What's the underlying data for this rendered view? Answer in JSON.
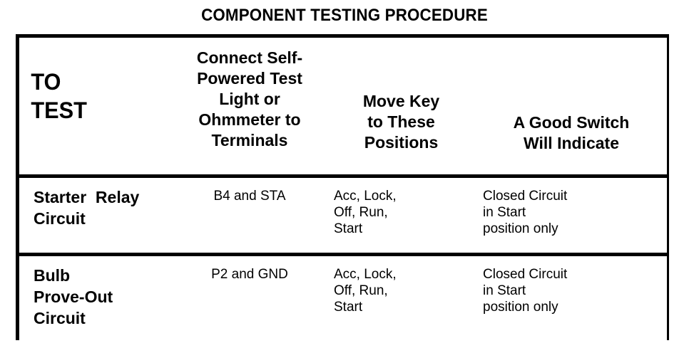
{
  "title": "COMPONENT TESTING PROCEDURE",
  "table": {
    "columns": [
      {
        "id": "to-test",
        "header_lines": [
          "TO",
          "TEST"
        ]
      },
      {
        "id": "terminals",
        "header_lines": [
          "Connect Self-",
          "Powered Test",
          "Light or",
          "Ohmmeter to",
          "Terminals"
        ]
      },
      {
        "id": "key-position",
        "header_lines": [
          "Move Key",
          "to These",
          "Positions"
        ]
      },
      {
        "id": "indication",
        "header_lines": [
          "A Good Switch",
          "Will Indicate"
        ]
      }
    ],
    "rows": [
      {
        "to_test": [
          "Starter  Relay",
          "Circuit"
        ],
        "terminals": [
          "B4 and STA"
        ],
        "key_position": [
          "Acc, Lock,",
          "Off, Run,",
          "Start"
        ],
        "indication": [
          "Closed Circuit",
          "in Start",
          "position only"
        ]
      },
      {
        "to_test": [
          "Bulb",
          "Prove-Out",
          "Circuit"
        ],
        "terminals": [
          "P2 and GND"
        ],
        "key_position": [
          "Acc, Lock,",
          "Off, Run,",
          "Start"
        ],
        "indication": [
          "Closed Circuit",
          "in Start",
          "position only"
        ]
      }
    ]
  },
  "colors": {
    "background": "#ffffff",
    "ink": "#000000",
    "rule": "#000000"
  }
}
